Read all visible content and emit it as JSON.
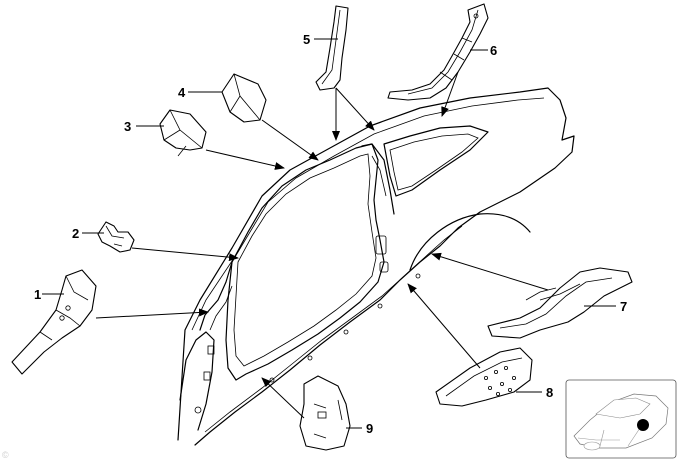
{
  "diagram": {
    "callouts": [
      {
        "id": "1",
        "label": "1"
      },
      {
        "id": "2",
        "label": "2"
      },
      {
        "id": "3",
        "label": "3"
      },
      {
        "id": "4",
        "label": "4"
      },
      {
        "id": "5",
        "label": "5"
      },
      {
        "id": "6",
        "label": "6"
      },
      {
        "id": "7",
        "label": "7"
      },
      {
        "id": "8",
        "label": "8"
      },
      {
        "id": "9",
        "label": "9"
      }
    ],
    "watermark": "©"
  }
}
